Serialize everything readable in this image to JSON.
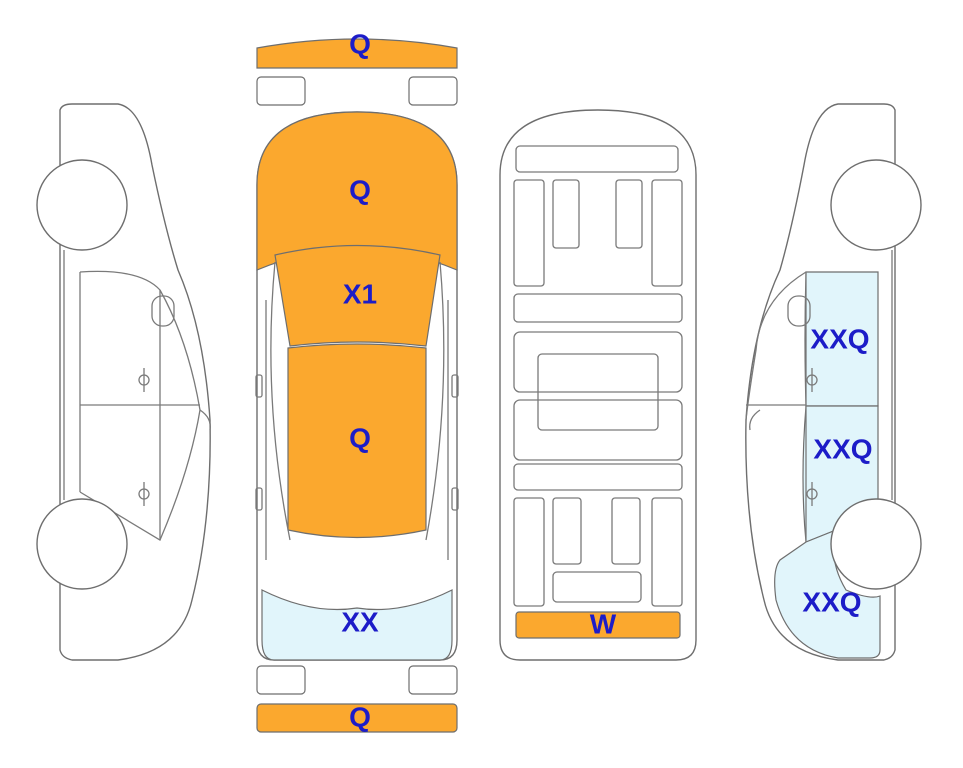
{
  "colors": {
    "damage_fill": "#FBA82E",
    "light_fill": "#E1F5FB",
    "label_color": "#1C1CC8",
    "outline": "#6e6e6e"
  },
  "labels": {
    "front_bumper": "Q",
    "hood": "Q",
    "windshield": "X1",
    "roof": "Q",
    "rear_glass": "XX",
    "rear_bumper": "Q",
    "underbody_rear": "W",
    "right_front_door": "XXQ",
    "right_rear_door": "XXQ",
    "right_rear_quarter": "XXQ"
  }
}
